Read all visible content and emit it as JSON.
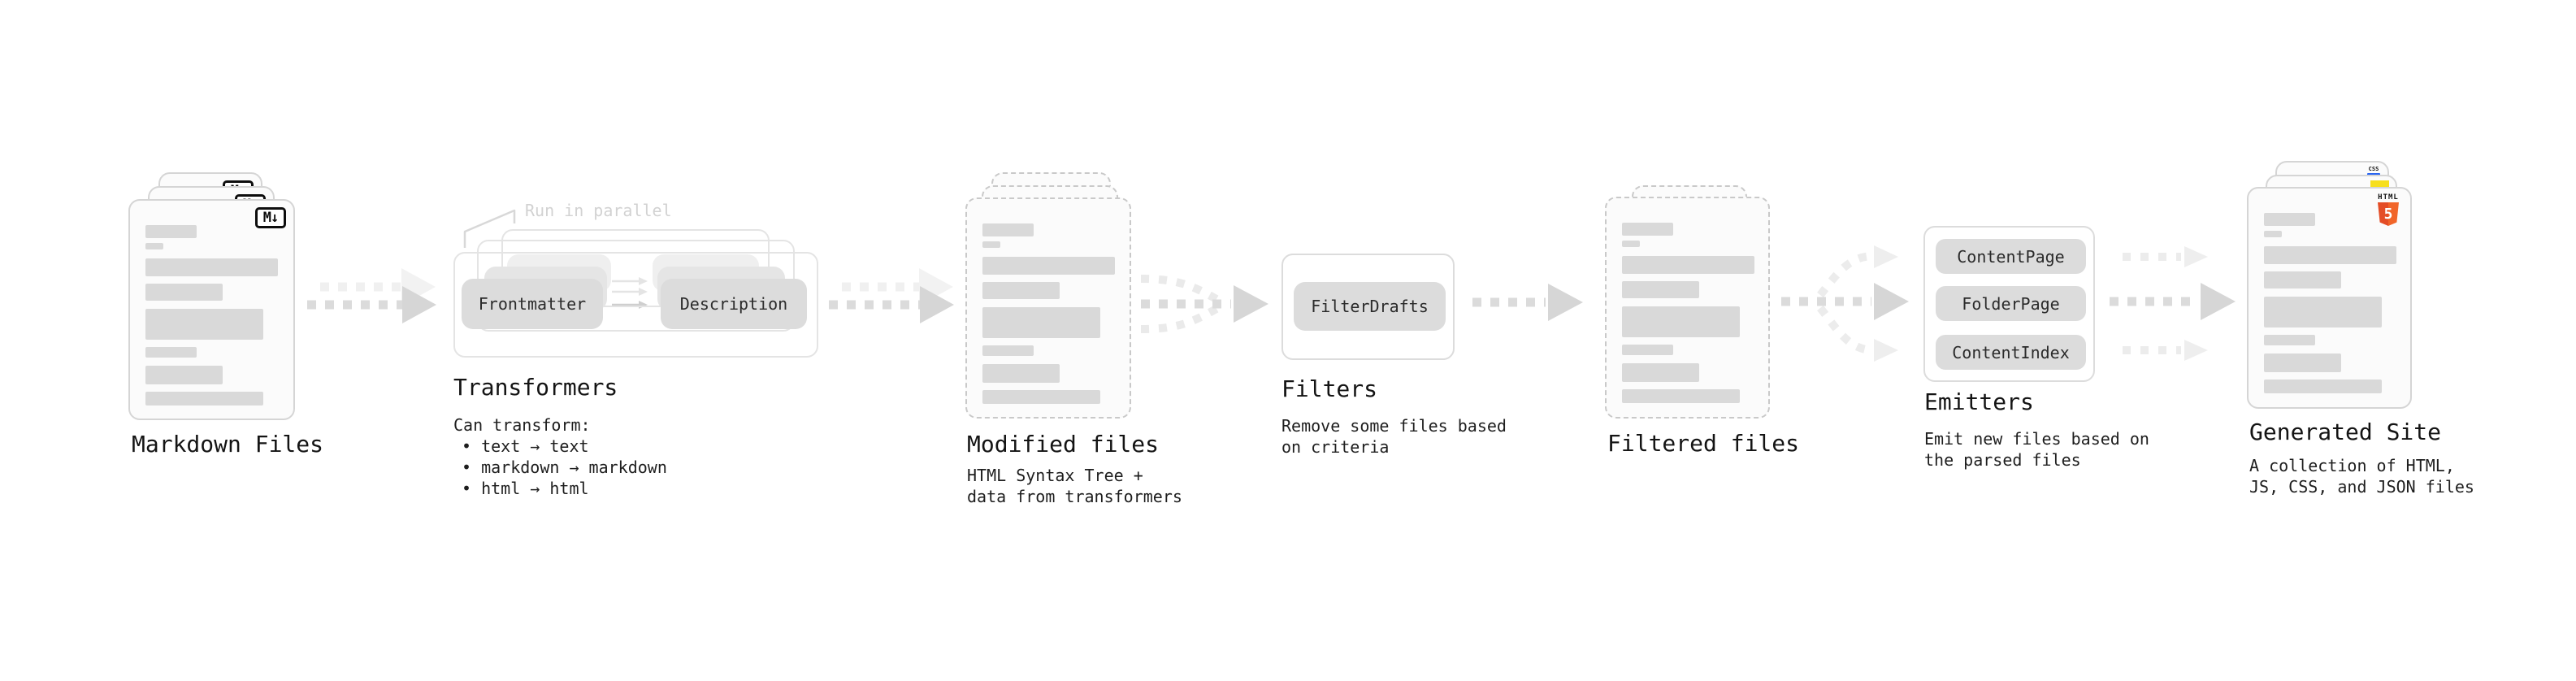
{
  "stages": {
    "markdown_files": {
      "label": "Markdown Files",
      "icon": "M↓"
    },
    "transformers": {
      "note": "Run in parallel",
      "pills": [
        "Frontmatter",
        "Description"
      ],
      "label": "Transformers",
      "caption_title": "Can transform:",
      "bullets": [
        "• text → text",
        "• markdown → markdown",
        "• html → html"
      ]
    },
    "modified_files": {
      "label": "Modified files",
      "caption": "HTML Syntax Tree +\ndata from transformers"
    },
    "filters": {
      "pill": "FilterDrafts",
      "label": "Filters",
      "caption": "Remove some files based\non criteria"
    },
    "filtered_files": {
      "label": "Filtered files"
    },
    "emitters": {
      "pills": [
        "ContentPage",
        "FolderPage",
        "ContentIndex"
      ],
      "label": "Emitters",
      "caption": "Emit new files based on\nthe parsed files"
    },
    "generated_site": {
      "label": "Generated Site",
      "caption": "A collection of HTML,\nJS, CSS, and JSON files",
      "badges": {
        "html_label": "HTML",
        "html_number": "5",
        "css_label": "CSS"
      }
    }
  },
  "colors": {
    "html5_orange": "#e44d26",
    "js_yellow": "#f7df1e",
    "css_blue": "#2965f1",
    "arrow_gray": "#d6d6d6",
    "card_fill": "#fbfbfb"
  }
}
